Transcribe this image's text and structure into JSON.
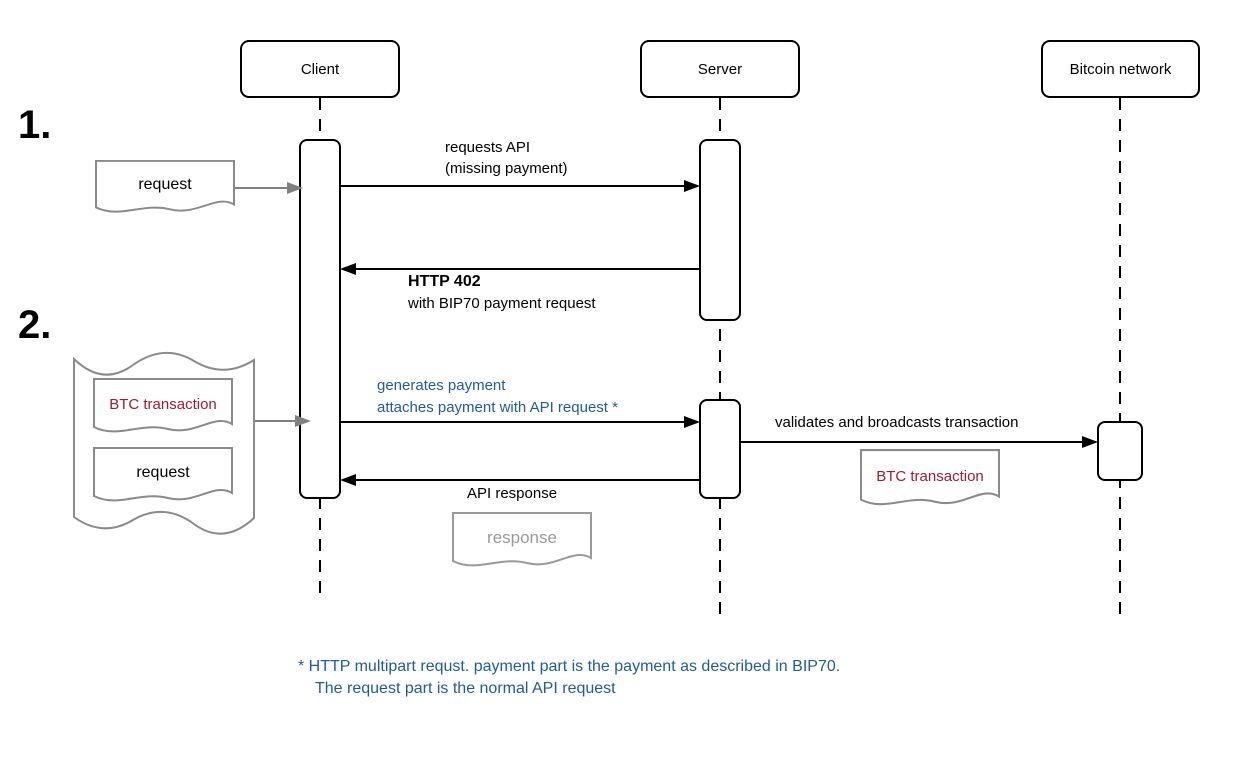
{
  "diagram": {
    "actors": [
      {
        "label": "Client"
      },
      {
        "label": "Server"
      },
      {
        "label": "Bitcoin network"
      }
    ],
    "steps": [
      "1.",
      "2."
    ],
    "messages": {
      "request_api": {
        "line1": "requests API",
        "line2": "(missing payment)"
      },
      "http402": {
        "line1": "HTTP 402",
        "line2": "with BIP70 payment request"
      },
      "payment": {
        "line1": "generates payment",
        "line2": "attaches payment with API request *"
      },
      "validates": "validates and broadcasts transaction",
      "api_response": "API response"
    },
    "documents": {
      "request_top": "request",
      "btc_tx_bundle": "BTC transaction",
      "request_bundle": "request",
      "btc_tx_broadcast": "BTC transaction",
      "response": "response"
    },
    "footnote": {
      "line1": "* HTTP multipart requst. payment part is the payment as described in BIP70.",
      "line2": "The request part is the normal API request"
    },
    "colors": {
      "note_blue": "#1e5c99",
      "btc_red": "#a01933",
      "doc_gray": "#8a8a8a",
      "arrow_gray": "#808080",
      "line_black": "#000000"
    }
  }
}
